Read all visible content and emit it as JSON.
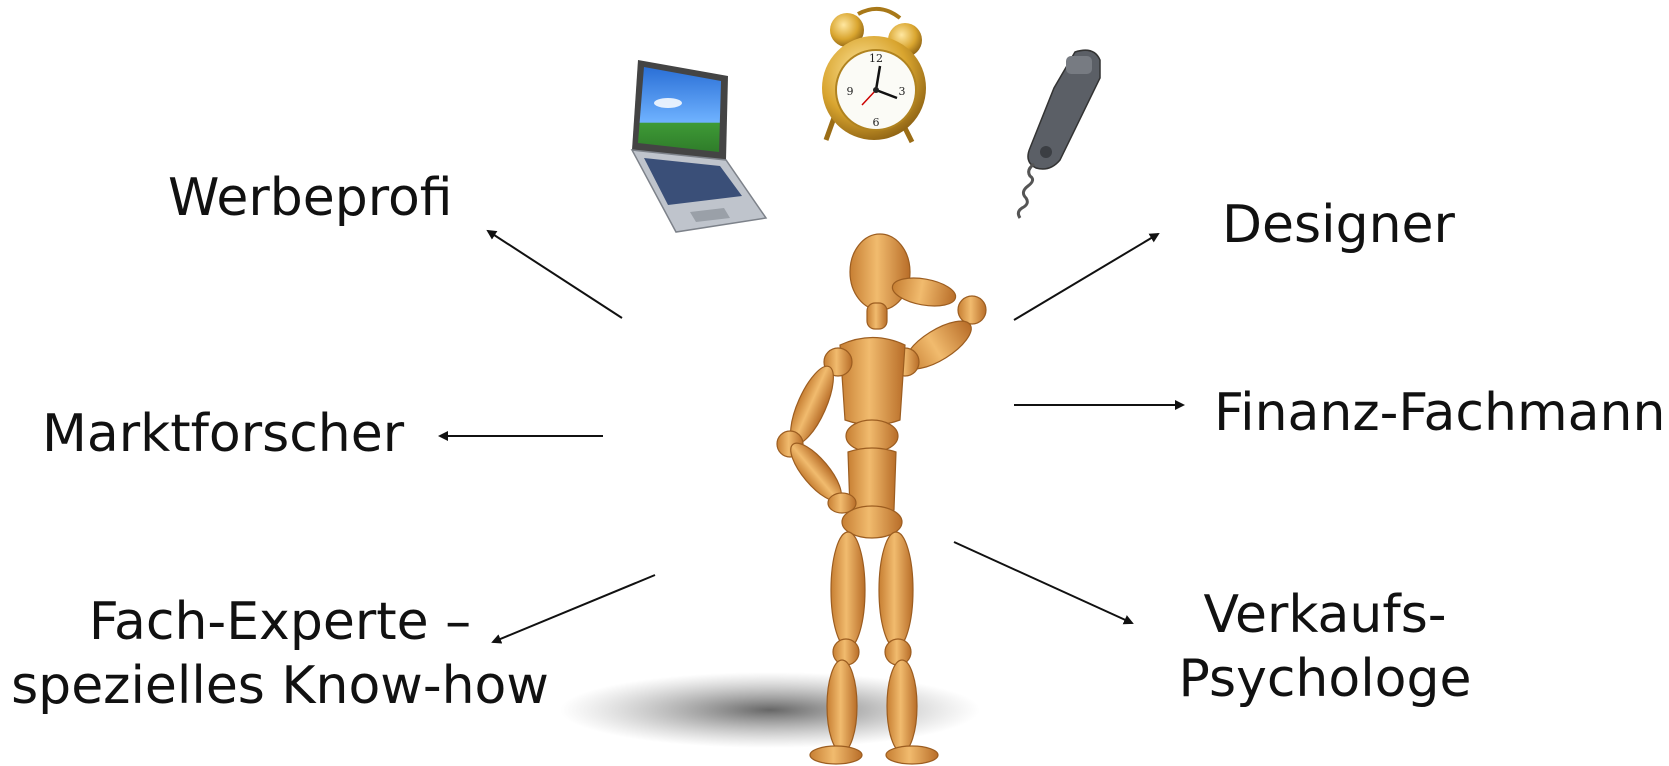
{
  "roles": {
    "werbeprofi": "Werbeprofi",
    "marktforscher": "Marktforscher",
    "fach_line1": "Fach-Experte –",
    "fach_line2": "spezielles Know-how",
    "designer": "Designer",
    "finanz": "Finanz-Fachmann",
    "verkauf_line1": "Verkaufs-",
    "verkauf_line2": "Psychologe"
  },
  "icons": [
    "laptop-icon",
    "alarm-clock-icon",
    "telephone-handset-icon",
    "wooden-mannequin-figure"
  ],
  "colors": {
    "text": "#111111",
    "arrow": "#111111",
    "wood": "#e0a152",
    "wood_dark": "#b8702a",
    "clock_gold": "#d9a52f"
  }
}
